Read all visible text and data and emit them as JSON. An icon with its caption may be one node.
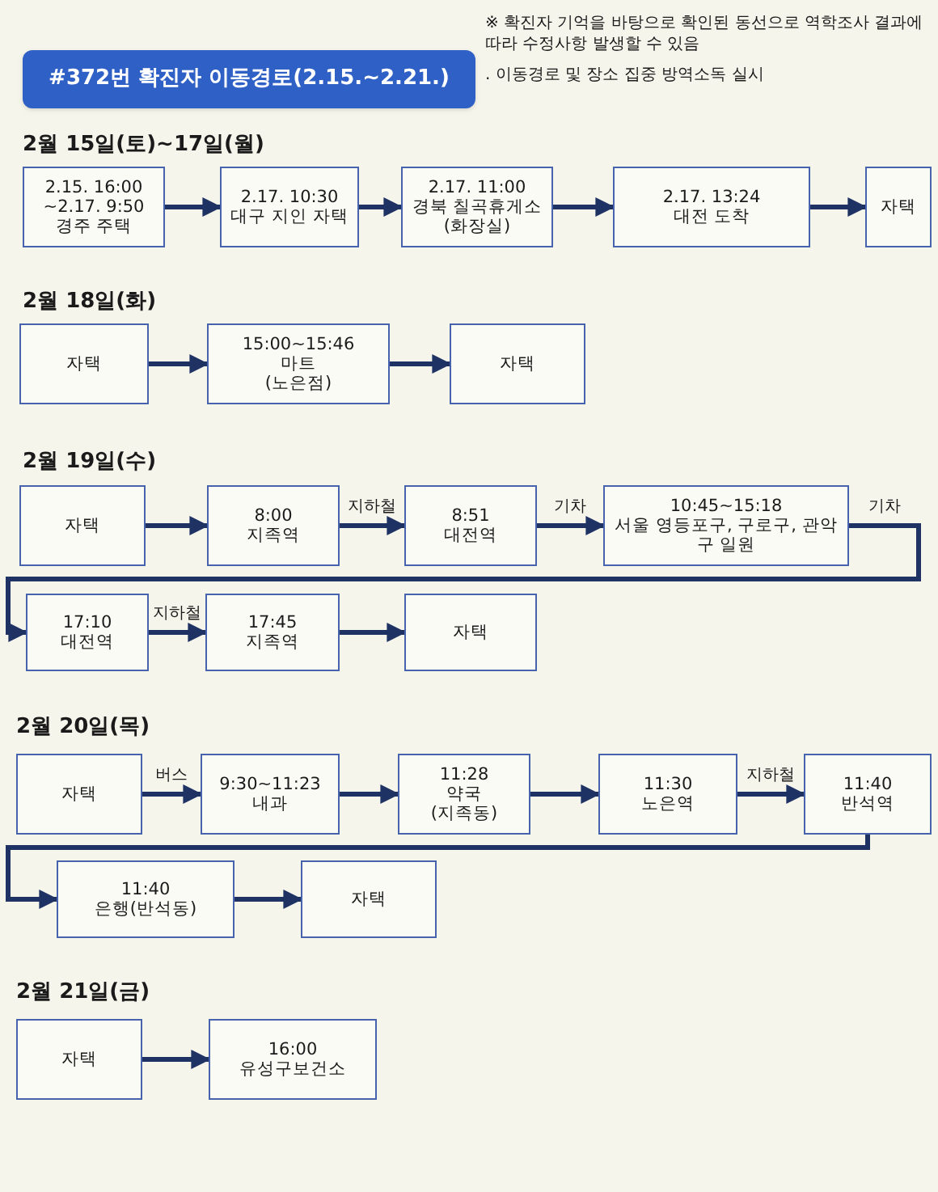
{
  "diagram": {
    "title": "#372번 확진자 이동경로(2.15.~2.21.)",
    "nodes": [
      {
        "text": [
          "2.15. 16:00 ~2.17. 9:50",
          "경주 주택"
        ]
      },
      {
        "text": [
          "2.17. 10:30",
          "대구 지인 자택"
        ]
      },
      {
        "text": [
          "2.17. 11:00",
          "경북 칠곡휴게소",
          "(화장실)"
        ]
      },
      {
        "text": [
          "2.17. 13:24",
          "대전 도착"
        ]
      },
      {
        "text": [
          "자택"
        ]
      },
      {
        "text": [
          "자택"
        ]
      },
      {
        "text": [
          "15:00~15:46",
          "마트",
          "(노은점)"
        ]
      },
      {
        "text": [
          "자택"
        ]
      },
      {
        "text": [
          "자택"
        ]
      },
      {
        "text": [
          "8:00",
          "지족역"
        ]
      },
      {
        "text": [
          "8:51",
          "대전역"
        ]
      },
      {
        "text": [
          "10:45~15:18",
          "서울 영등포구, 구로구, 관악구 일원"
        ]
      },
      {
        "text": [
          "17:10",
          "대전역"
        ]
      },
      {
        "text": [
          "17:45",
          "지족역"
        ]
      },
      {
        "text": [
          "자택"
        ]
      },
      {
        "text": [
          "자택"
        ]
      },
      {
        "text": [
          "9:30~11:23",
          "내과"
        ]
      },
      {
        "text": [
          "11:28",
          "약국",
          "(지족동)"
        ]
      },
      {
        "text": [
          "11:30",
          "노은역"
        ]
      },
      {
        "text": [
          "11:40",
          "반석역"
        ]
      },
      {
        "text": [
          "11:40",
          "은행(반석동)"
        ]
      },
      {
        "text": [
          "자택"
        ]
      },
      {
        "text": [
          "자택"
        ]
      },
      {
        "text": [
          "16:00",
          "유성구보건소"
        ]
      }
    ],
    "edges": [
      {
        "from": 0,
        "to": 1,
        "arrow": "to"
      },
      {
        "from": 1,
        "to": 2,
        "arrow": "to"
      },
      {
        "from": 2,
        "to": 3,
        "arrow": "to"
      },
      {
        "from": 3,
        "to": 4,
        "arrow": "to"
      },
      {
        "from": 5,
        "to": 6,
        "arrow": "to"
      },
      {
        "from": 6,
        "to": 7,
        "arrow": "to"
      },
      {
        "from": 8,
        "to": 9,
        "arrow": "to"
      },
      {
        "from": 9,
        "to": 10,
        "arrow": "to",
        "label": "지하철"
      },
      {
        "from": 10,
        "to": 11,
        "arrow": "to",
        "label": "기차"
      },
      {
        "from": 11,
        "to": 12,
        "arrow": "to",
        "label": "기차"
      },
      {
        "from": 12,
        "to": 13,
        "arrow": "to",
        "label": "지하철"
      },
      {
        "from": 13,
        "to": 14,
        "arrow": "to"
      },
      {
        "from": 15,
        "to": 16,
        "arrow": "to",
        "label": "버스"
      },
      {
        "from": 16,
        "to": 17,
        "arrow": "to"
      },
      {
        "from": 17,
        "to": 18,
        "arrow": "to"
      },
      {
        "from": 18,
        "to": 19,
        "arrow": "to",
        "label": "지하철"
      },
      {
        "from": 19,
        "to": 20,
        "arrow": "to"
      },
      {
        "from": 20,
        "to": 21,
        "arrow": "to"
      },
      {
        "from": 22,
        "to": 23,
        "arrow": "to"
      }
    ],
    "labels": [
      "※ 확진자 기억을 바탕으로 확인된 동선으로 역학조사 결과에 따라 수정사항 발생할 수 있음",
      ". 이동경로 및 장소 집중 방역소독 실시",
      "2월 15일(토)~17일(월)",
      "2월 18일(화)",
      "2월 19일(수)",
      "2월 20일(목)",
      "2월 21일(금)"
    ]
  }
}
